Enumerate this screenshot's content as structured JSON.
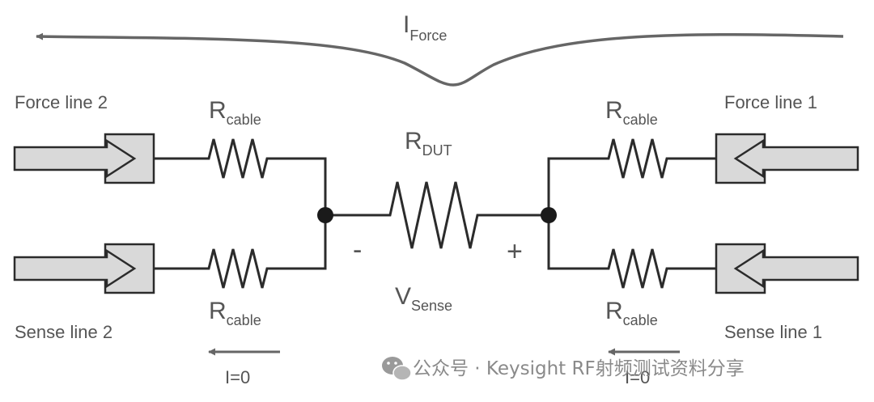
{
  "current_label": {
    "main": "I",
    "sub": "Force"
  },
  "left": {
    "force_line": "Force line 2",
    "sense_line": "Sense line 2",
    "r_top": {
      "main": "R",
      "sub": "cable"
    },
    "r_bottom": {
      "main": "R",
      "sub": "cable"
    },
    "current": "I=0"
  },
  "right": {
    "force_line": "Force line 1",
    "sense_line": "Sense line 1",
    "r_top": {
      "main": "R",
      "sub": "cable"
    },
    "r_bottom": {
      "main": "R",
      "sub": "cable"
    },
    "current": "I=0"
  },
  "dut": {
    "main": "R",
    "sub": "DUT"
  },
  "sense_voltage": {
    "main": "V",
    "sub": "Sense"
  },
  "polarity": {
    "minus": "-",
    "plus": "+"
  },
  "watermark": "公众号 · Keysight RF射频测试资料分享",
  "colors": {
    "wire": "#2b2b2b",
    "connector_fill": "#d9d9d9",
    "arrow": "#666666",
    "label": "#555555"
  }
}
